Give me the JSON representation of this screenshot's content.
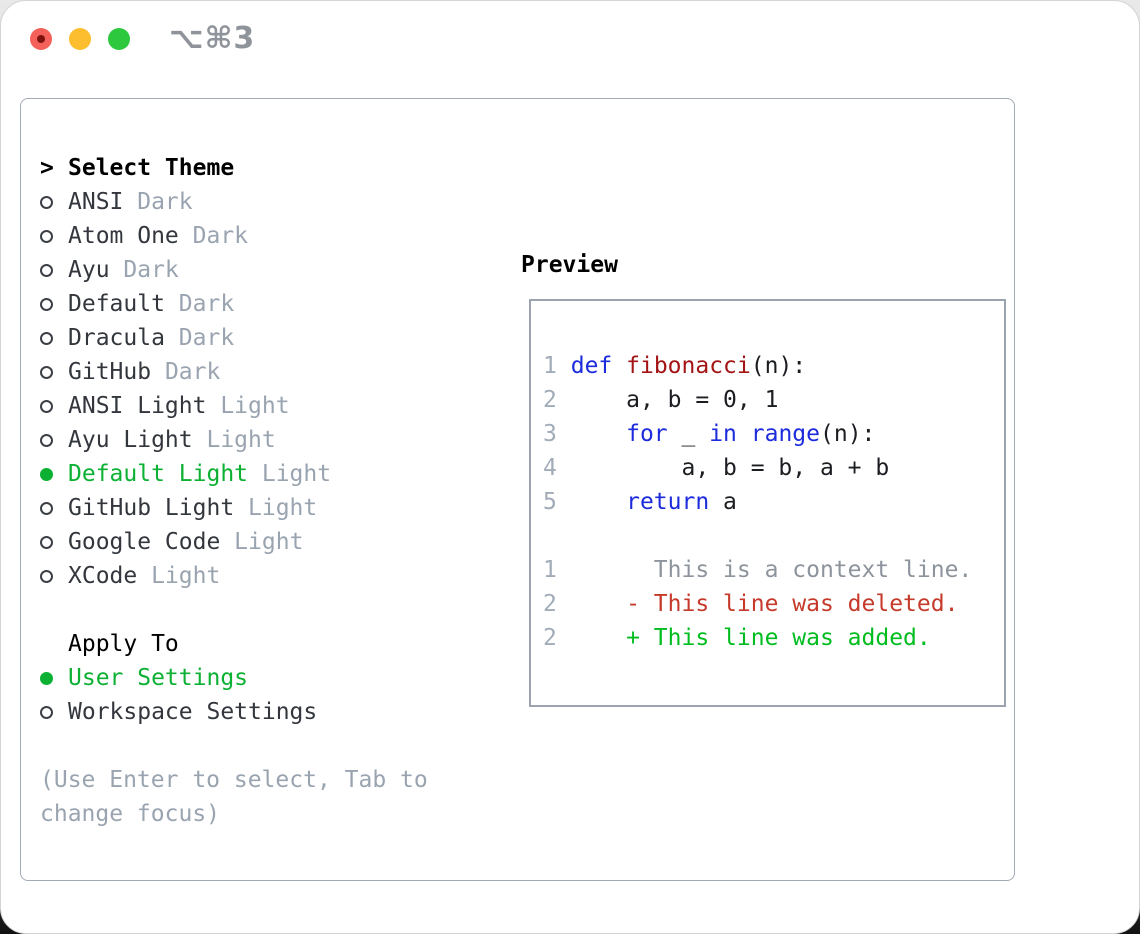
{
  "window": {
    "shortcut": "⌥⌘3"
  },
  "panel": {
    "prompt": ">",
    "title": "Select Theme",
    "themes": [
      {
        "name": "ANSI",
        "tag": "Dark",
        "selected": false
      },
      {
        "name": "Atom One",
        "tag": "Dark",
        "selected": false
      },
      {
        "name": "Ayu",
        "tag": "Dark",
        "selected": false
      },
      {
        "name": "Default",
        "tag": "Dark",
        "selected": false
      },
      {
        "name": "Dracula",
        "tag": "Dark",
        "selected": false
      },
      {
        "name": "GitHub",
        "tag": "Dark",
        "selected": false
      },
      {
        "name": "ANSI Light",
        "tag": "Light",
        "selected": false
      },
      {
        "name": "Ayu Light",
        "tag": "Light",
        "selected": false
      },
      {
        "name": "Default Light",
        "tag": "Light",
        "selected": true
      },
      {
        "name": "GitHub Light",
        "tag": "Light",
        "selected": false
      },
      {
        "name": "Google Code",
        "tag": "Light",
        "selected": false
      },
      {
        "name": "XCode",
        "tag": "Light",
        "selected": false
      }
    ],
    "apply_to": {
      "heading": "Apply To",
      "options": [
        {
          "label": "User Settings",
          "selected": true
        },
        {
          "label": "Workspace Settings",
          "selected": false
        }
      ]
    },
    "hint_lines": [
      "(Use Enter to select, Tab to",
      "change focus)"
    ]
  },
  "preview": {
    "title": "Preview",
    "lines": [
      [
        {
          "t": "1",
          "c": "num"
        },
        {
          "t": " ",
          "c": "pl"
        },
        {
          "t": "def",
          "c": "kw"
        },
        {
          "t": " ",
          "c": "pl"
        },
        {
          "t": "fibonacci",
          "c": "fn"
        },
        {
          "t": "(n):",
          "c": "pl"
        }
      ],
      [
        {
          "t": "2",
          "c": "num"
        },
        {
          "t": "     a, b = 0, 1",
          "c": "pl"
        }
      ],
      [
        {
          "t": "3",
          "c": "num"
        },
        {
          "t": "     ",
          "c": "pl"
        },
        {
          "t": "for",
          "c": "kw"
        },
        {
          "t": " _ ",
          "c": "pl"
        },
        {
          "t": "in",
          "c": "kw"
        },
        {
          "t": " ",
          "c": "pl"
        },
        {
          "t": "range",
          "c": "kw"
        },
        {
          "t": "(n):",
          "c": "pl"
        }
      ],
      [
        {
          "t": "4",
          "c": "num"
        },
        {
          "t": "         a, b = b, a + b",
          "c": "pl"
        }
      ],
      [
        {
          "t": "5",
          "c": "num"
        },
        {
          "t": "     ",
          "c": "pl"
        },
        {
          "t": "return",
          "c": "kw"
        },
        {
          "t": " a",
          "c": "pl"
        }
      ],
      [],
      [
        {
          "t": "1",
          "c": "num"
        },
        {
          "t": "       This is a context line.",
          "c": "ctx"
        }
      ],
      [
        {
          "t": "2",
          "c": "num"
        },
        {
          "t": "     - This line was deleted.",
          "c": "del"
        }
      ],
      [
        {
          "t": "2",
          "c": "num"
        },
        {
          "t": "     + This line was added.",
          "c": "add"
        }
      ]
    ]
  },
  "colors": {
    "accent_green": "#0cb133",
    "added_green": "#00bd1f",
    "deleted_red": "#c53a2b",
    "keyword_blue": "#1c2bdb",
    "function_red": "#a31515",
    "muted_gray": "#9aa4b0"
  }
}
